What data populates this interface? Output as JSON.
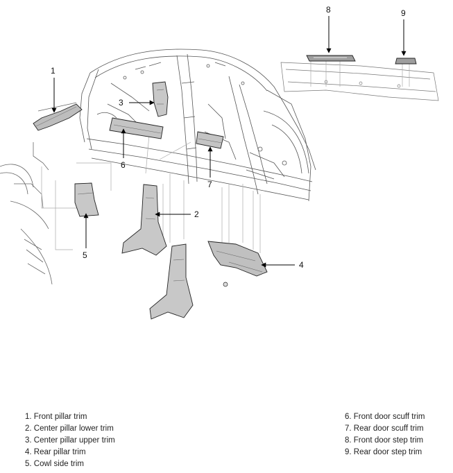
{
  "callouts": [
    "1",
    "2",
    "3",
    "4",
    "5",
    "6",
    "7",
    "8",
    "9"
  ],
  "legend": {
    "left": [
      "1. Front pillar trim",
      "2. Center pillar lower trim",
      "3. Center pillar upper trim",
      "4. Rear pillar trim",
      "5. Cowl side trim"
    ],
    "right": [
      "6. Front door scuff trim",
      "7. Rear door scuff trim",
      "8. Front door step trim",
      "9. Rear door step trim"
    ]
  }
}
